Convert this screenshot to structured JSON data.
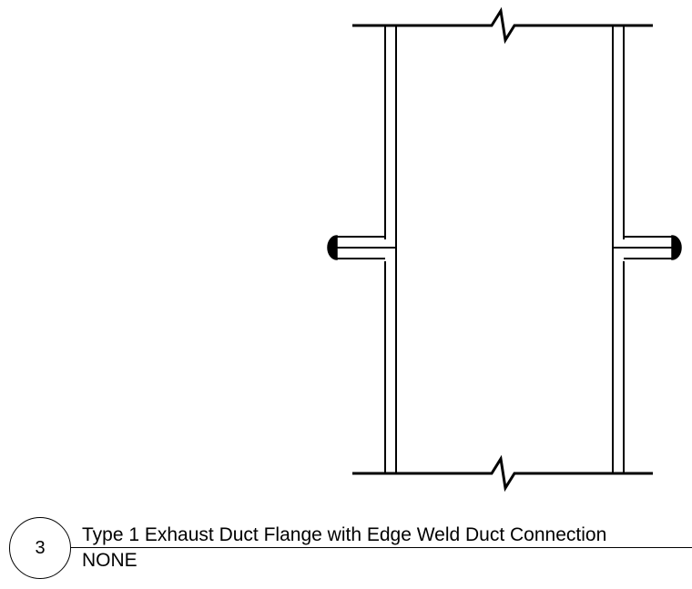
{
  "detail": {
    "number": "3",
    "title": "Type 1 Exhaust Duct Flange with Edge Weld Duct Connection",
    "scale": "NONE"
  },
  "drawing": {
    "line_color": "#000000",
    "weld_fill": "#000000"
  }
}
